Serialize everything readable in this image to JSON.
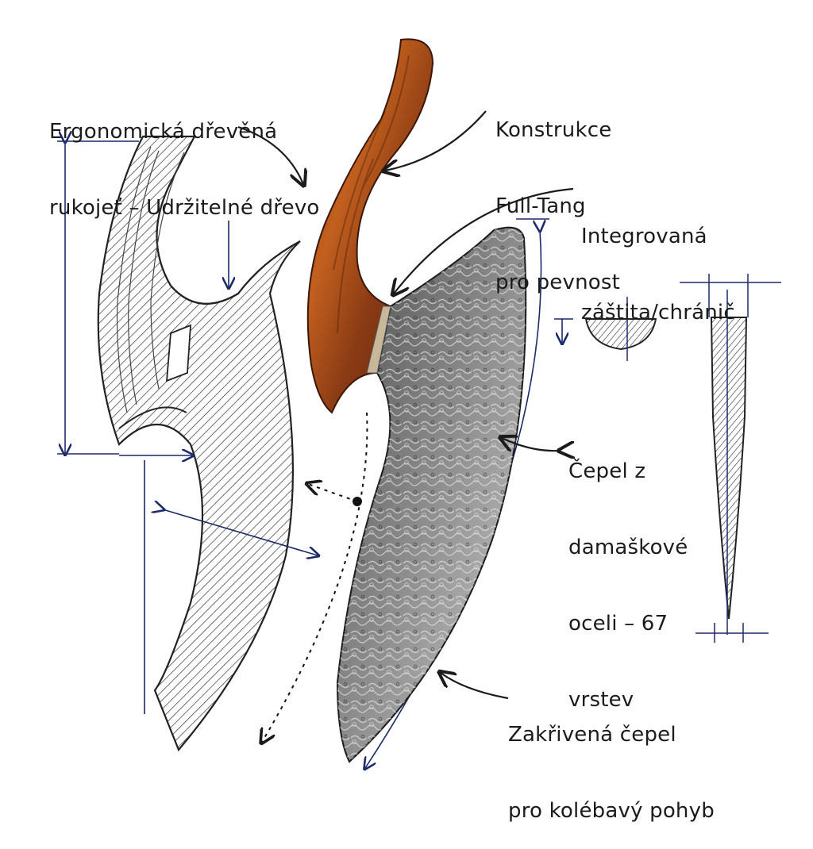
{
  "labels": {
    "handle": {
      "line1": "Ergonomická dřevěná",
      "line2": "rukojeť – Udržitelné dřevo"
    },
    "tang": {
      "line1": "Konstrukce",
      "line2": "Full-Tang",
      "line3": "pro pevnost"
    },
    "guard": {
      "line1": "Integrovaná",
      "line2": "záštita/chránič"
    },
    "blade": {
      "line1": "Čepel z",
      "line2": "damaškové",
      "line3": "oceli – 67",
      "line4": "vrstev"
    },
    "curve": {
      "line1": "Zakřivená čepel",
      "line2": "pro kolébavý pohyb"
    }
  },
  "colors": {
    "ink": "#1b2a6b",
    "pencil": "#2a2a2a",
    "wood_dark": "#6b2e10",
    "wood_light": "#b8571f",
    "steel_dark": "#3a3a3a",
    "steel_light": "#c9c9c9"
  }
}
